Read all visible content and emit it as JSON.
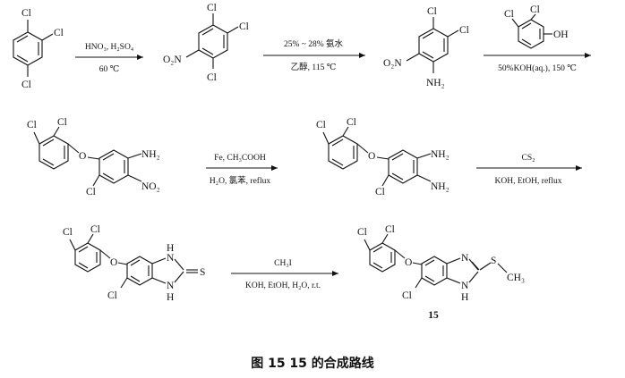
{
  "caption": "图 15  15 的合成路线",
  "atoms": {
    "cl": "Cl",
    "o": "O",
    "s": "S",
    "oh": "OH",
    "nh2": "NH₂",
    "no2": "NO₂",
    "o2n": "O₂N",
    "n": "N",
    "h": "H",
    "ch3": "CH₃"
  },
  "steps": [
    {
      "top": "HNO₃, H₂SO₄",
      "bottom": "60 ℃"
    },
    {
      "top": "25% ~ 28% 氨水",
      "bottom": "乙醇, 115 ℃"
    },
    {
      "top": "",
      "bottom": "50%KOH(aq.), 150 ℃"
    },
    {
      "top": "Fe, CH₃COOH",
      "bottom": "H₂O, 氯苯, reflux"
    },
    {
      "top": "CS₂",
      "bottom": "KOH, EtOH, reflux"
    },
    {
      "top": "CH₃I",
      "bottom": "KOH, EtOH, H₂O, r.t."
    }
  ],
  "compound_label": "15"
}
